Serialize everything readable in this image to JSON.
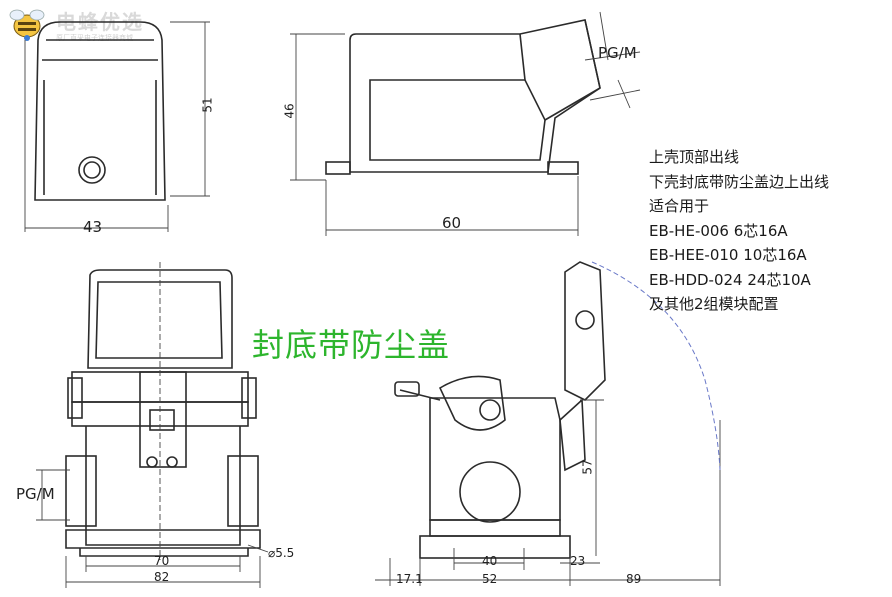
{
  "watermark": {
    "brand": "电蜂优选",
    "tagline": "原厂直采电子连接器商城"
  },
  "caption": "封底带防尘盖",
  "notes": [
    "上壳顶部出线",
    "下壳封底带防尘盖边上出线",
    "适合用于",
    "EB-HE-006 6芯16A",
    "EB-HEE-010 10芯16A",
    "EB-HDD-024 24芯10A",
    "及其他2组模块配置"
  ],
  "dimensions": {
    "top_left_width": "43",
    "top_left_height": "51",
    "top_mid_height": "46",
    "top_mid_width": "60",
    "top_mid_thread": "PG/M",
    "bottom_left_thread": "PG/M",
    "bottom_left_inner": "70",
    "bottom_left_outer": "82",
    "bottom_left_hole": "⌀5.5",
    "bottom_right_offset": "17.1",
    "bottom_right_inner": "40",
    "bottom_right_base": "52",
    "bottom_right_side": "23",
    "bottom_right_height": "57",
    "bottom_right_open": "89"
  },
  "colors": {
    "line": "#2b2b2b",
    "caption": "#2db52d",
    "dim_line": "#444444",
    "arc": "#6a79c8"
  }
}
